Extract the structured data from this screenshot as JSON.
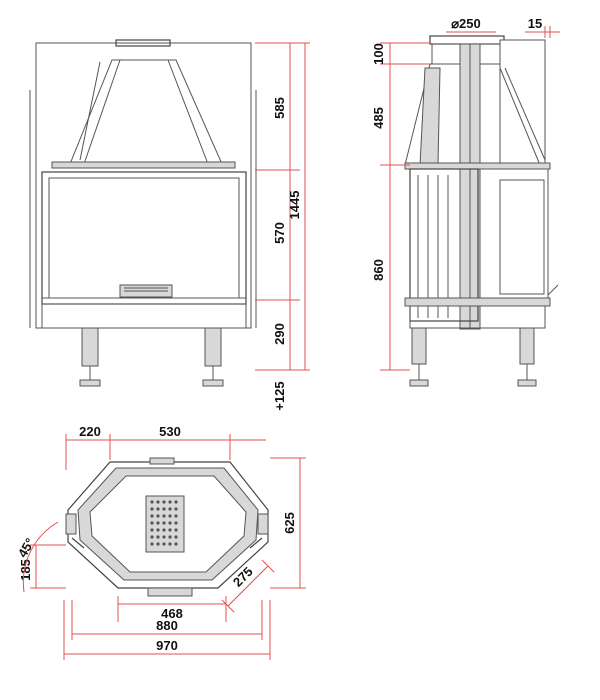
{
  "colors": {
    "dimension_line": "#e05050",
    "outline": "#555555",
    "text": "#111111"
  },
  "front_view": {
    "dims": {
      "hood": "585",
      "glass": "570",
      "base": "290",
      "total": "1445",
      "legs": "+125"
    }
  },
  "side_view": {
    "dims": {
      "collar": "100",
      "flue_diameter": "⌀250",
      "offset": "15",
      "hood": "485",
      "body": "860"
    }
  },
  "plan_view": {
    "dims": {
      "side": "220",
      "front_top": "530",
      "depth": "625",
      "angle": "45°",
      "wing": "185",
      "diag": "275",
      "opening": "468",
      "inner_width": "880",
      "outer_width": "970"
    }
  }
}
